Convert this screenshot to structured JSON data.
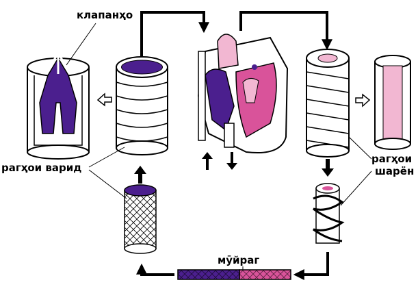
{
  "labels": {
    "valves": "клапанҳо",
    "veins": "рагҳои варид",
    "arteries_line1": "рагҳои",
    "arteries_line2": "шарён",
    "capillary": "мӯйраг"
  },
  "colors": {
    "deoxygenated": "#4b1f8e",
    "oxygenated": "#d9539a",
    "light_pink": "#f2b7d2",
    "outline": "#000000",
    "background": "#ffffff"
  },
  "icons": {
    "flow_arrow": "arrow-icon",
    "hollow_arrow": "hollow-arrow-icon"
  }
}
